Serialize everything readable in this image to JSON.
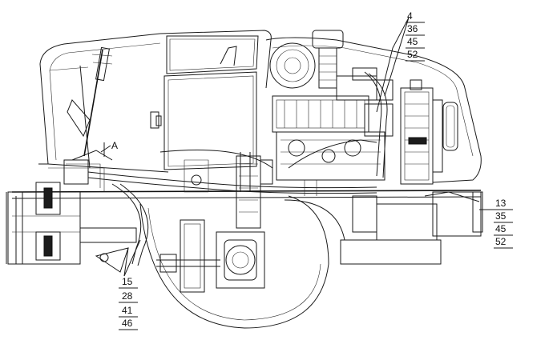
{
  "diagram": {
    "type": "technical-line-drawing",
    "view_marker": "A",
    "callouts": {
      "top": [
        "4",
        "36",
        "45",
        "52"
      ],
      "right": [
        "13",
        "35",
        "45",
        "52"
      ],
      "bottom": [
        "15",
        "28",
        "41",
        "46"
      ]
    },
    "colors": {
      "line": "#1a1a1a",
      "background": "#ffffff"
    }
  }
}
